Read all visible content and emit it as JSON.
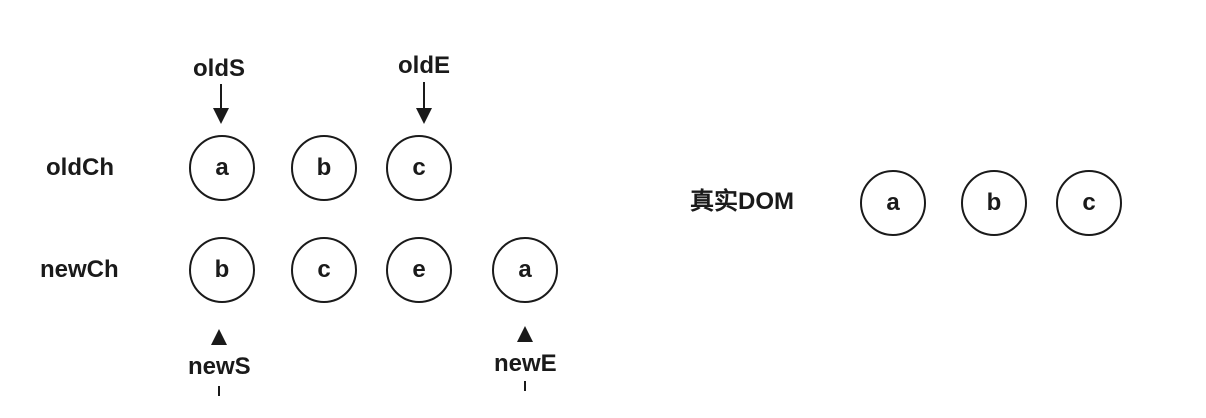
{
  "pointers": {
    "old_start": "oldS",
    "old_end": "oldE",
    "new_start": "newS",
    "new_end": "newE"
  },
  "rows": {
    "old_children": {
      "label": "oldCh",
      "nodes": [
        "a",
        "b",
        "c"
      ]
    },
    "new_children": {
      "label": "newCh",
      "nodes": [
        "b",
        "c",
        "e",
        "a"
      ]
    }
  },
  "real_dom": {
    "label": "真实DOM",
    "nodes": [
      "a",
      "b",
      "c"
    ]
  }
}
